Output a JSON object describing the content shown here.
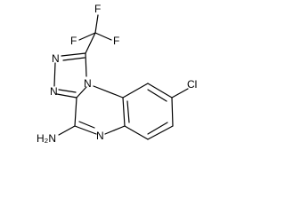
{
  "molecule": {
    "atoms": {
      "f_top": "F",
      "f_left": "F",
      "f_right": "F",
      "n_triazole_top": "N",
      "n_triazole_left": "N",
      "n_bridge": "N",
      "n_pyrazine": "N",
      "cl": "Cl",
      "amine": "H₂N"
    }
  },
  "colors": {
    "bond": "#000000",
    "text": "#000000",
    "background": "#ffffff"
  }
}
